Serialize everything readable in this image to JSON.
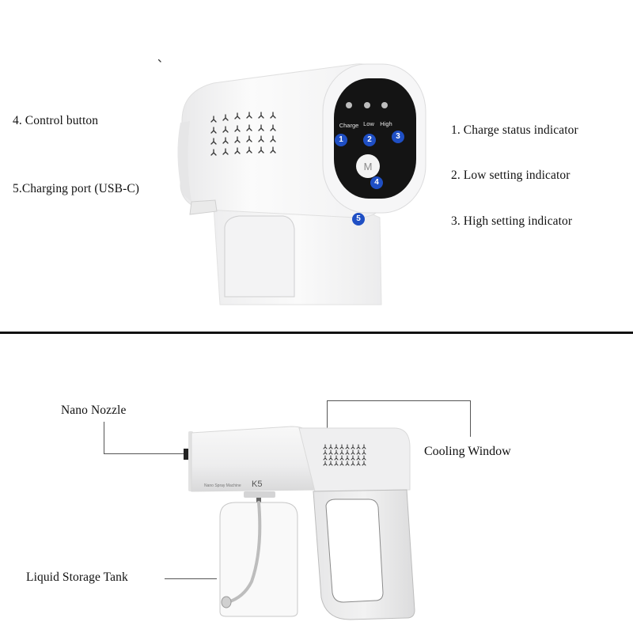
{
  "top_section": {
    "left_labels": [
      {
        "id": 4,
        "text": "4. Control button"
      },
      {
        "id": 5,
        "text": "5.Charging port (USB-C)"
      }
    ],
    "right_labels": [
      {
        "id": 1,
        "text": "1. Charge status indicator"
      },
      {
        "id": 2,
        "text": "2. Low setting indicator"
      },
      {
        "id": 3,
        "text": "3. High setting indicator"
      }
    ],
    "panel": {
      "indicator_labels": [
        "Charge",
        "Low",
        "High"
      ],
      "mode_button": "M",
      "badges": [
        "1",
        "2",
        "3",
        "4",
        "5"
      ],
      "badge_color": "#1f4fc4",
      "panel_color": "#141414"
    }
  },
  "bottom_section": {
    "labels": {
      "nozzle": "Nano Nozzle",
      "cooling": "Cooling Window",
      "tank": "Liquid Storage Tank"
    },
    "device_text": {
      "subtitle": "Nano Spray Machine",
      "model": "K5"
    }
  }
}
